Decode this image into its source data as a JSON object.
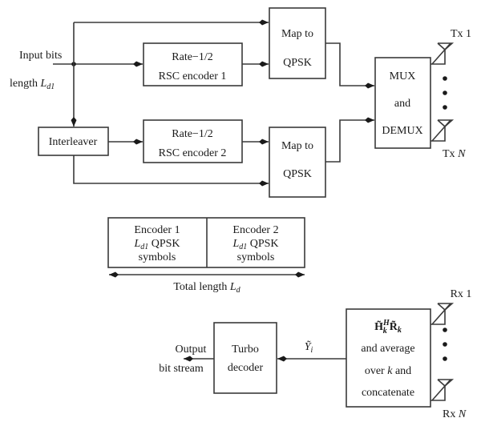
{
  "diagram": {
    "input": {
      "line1": "Input bits",
      "line2_prefix": "length ",
      "line2_var": "L",
      "line2_sub": "d1"
    },
    "encoder1": {
      "line1": "Rate−1/2",
      "line2": "RSC encoder 1"
    },
    "encoder2": {
      "line1": "Rate−1/2",
      "line2": "RSC encoder 2"
    },
    "interleaver": {
      "label": "Interleaver"
    },
    "map1": {
      "line1": "Map to",
      "line2": "QPSK"
    },
    "map2": {
      "line1": "Map to",
      "line2": "QPSK"
    },
    "mux": {
      "line1": "MUX",
      "line2": "and",
      "line3": "DEMUX"
    },
    "tx": {
      "first": "Tx 1",
      "last_prefix": "Tx ",
      "last_var": "N"
    },
    "frame": {
      "cell1": {
        "line1": "Encoder 1",
        "line2_var": "L",
        "line2_sub": "d1",
        "line2_rest": " QPSK",
        "line3": "symbols"
      },
      "cell2": {
        "line1": "Encoder 2",
        "line2_var": "L",
        "line2_sub": "d1",
        "line2_rest": " QPSK",
        "line3": "symbols"
      },
      "total_prefix": "Total length ",
      "total_var": "L",
      "total_sub": "d"
    },
    "receiver": {
      "line1_H": "H̃",
      "line1_Hsup": "H",
      "line1_Hsub": "k",
      "line1_R": "R̃",
      "line1_Rsub": "k",
      "line2": "and average",
      "line3_prefix": "over ",
      "line3_var": "k",
      "line3_rest": " and",
      "line4": "concatenate"
    },
    "rx": {
      "first": "Rx 1",
      "last_prefix": "Rx ",
      "last_var": "N"
    },
    "signal": {
      "var": "Ỹ",
      "sub": "i"
    },
    "decoder": {
      "line1": "Turbo",
      "line2": "decoder"
    },
    "output": {
      "line1": "Output",
      "line2": "bit stream"
    }
  }
}
